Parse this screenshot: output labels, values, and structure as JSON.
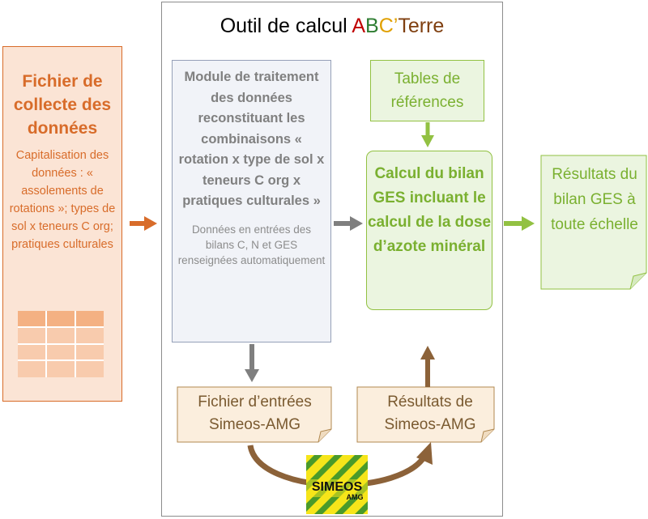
{
  "tool_title": {
    "prefix": "Outil de calcul ",
    "letters": [
      "A",
      "B",
      "C",
      "’",
      "Terre"
    ]
  },
  "collect": {
    "title": "Fichier de collecte des données",
    "description": "Capitalisation des données : « assolements de rotations »; types de sol x teneurs C org; pratiques culturales"
  },
  "module": {
    "title": "Module de traitement des données reconstituant les combinaisons « rotation x type de sol x teneurs C org x pratiques culturales »",
    "description": "Données en entrées des bilans C, N et GES renseignées automatiquement"
  },
  "tables": {
    "label": "Tables de références"
  },
  "calc": {
    "label": "Calcul du bilan GES incluant le calcul de la dose d’azote minéral"
  },
  "result": {
    "label": "Résultats du bilan GES à toute échelle"
  },
  "entries": {
    "label": "Fichier d’entrées Simeos-AMG"
  },
  "sim_results": {
    "label": "Résultats de Simeos-AMG"
  },
  "logo": {
    "main": "SIMEOS",
    "sub": "AMG"
  },
  "colors": {
    "orange": "#d86c2a",
    "gray_arrow": "#7f7f7f",
    "green": "#92c142",
    "brown": "#8c6239",
    "beige_fill": "#fbeedd",
    "beige_border": "#b08850"
  }
}
